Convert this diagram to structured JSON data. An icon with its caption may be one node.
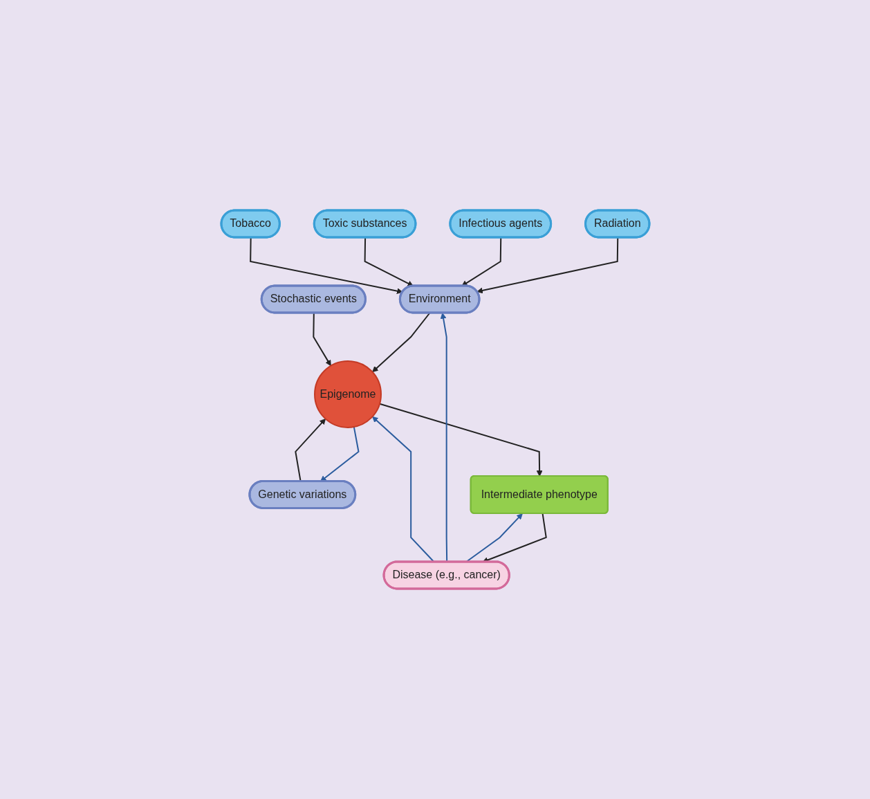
{
  "diagram": {
    "nodes": [
      {
        "text": [
          "Radiation"
        ]
      },
      {
        "text": [
          "Infectious agents"
        ]
      },
      {
        "text": [
          "Toxic substances"
        ]
      },
      {
        "text": [
          "Tobacco"
        ]
      },
      {
        "text": [
          "Environment"
        ]
      },
      {
        "text": [
          "Stochastic events"
        ]
      },
      {
        "text": [
          "Genetic variations"
        ]
      },
      {
        "text": [
          "Epigenome"
        ]
      },
      {
        "text": [
          "Intermediate phenotype"
        ]
      },
      {
        "text": [
          "Disease (e.g., cancer)"
        ]
      }
    ],
    "edges": [
      {
        "from": 0,
        "to": 4,
        "arrow": "to"
      },
      {
        "from": 1,
        "to": 4,
        "arrow": "to"
      },
      {
        "from": 2,
        "to": 4,
        "arrow": "to"
      },
      {
        "from": 3,
        "to": 4,
        "arrow": "to"
      },
      {
        "from": 4,
        "to": 7,
        "arrow": "to"
      },
      {
        "from": 5,
        "to": 7,
        "arrow": "to"
      },
      {
        "from": 6,
        "to": 7,
        "arrow": "to"
      },
      {
        "from": 7,
        "to": 6,
        "arrow": "to",
        "color": "#2b5c9e"
      },
      {
        "from": 7,
        "to": 8,
        "arrow": "to"
      },
      {
        "from": 8,
        "to": 9,
        "arrow": "to"
      },
      {
        "from": 9,
        "to": 8,
        "arrow": "to",
        "color": "#2b5c9e"
      },
      {
        "from": 9,
        "to": 4,
        "arrow": "to",
        "color": "#2b5c9e"
      },
      {
        "from": 9,
        "to": 7,
        "arrow": "to",
        "color": "#2b5c9e"
      }
    ]
  }
}
